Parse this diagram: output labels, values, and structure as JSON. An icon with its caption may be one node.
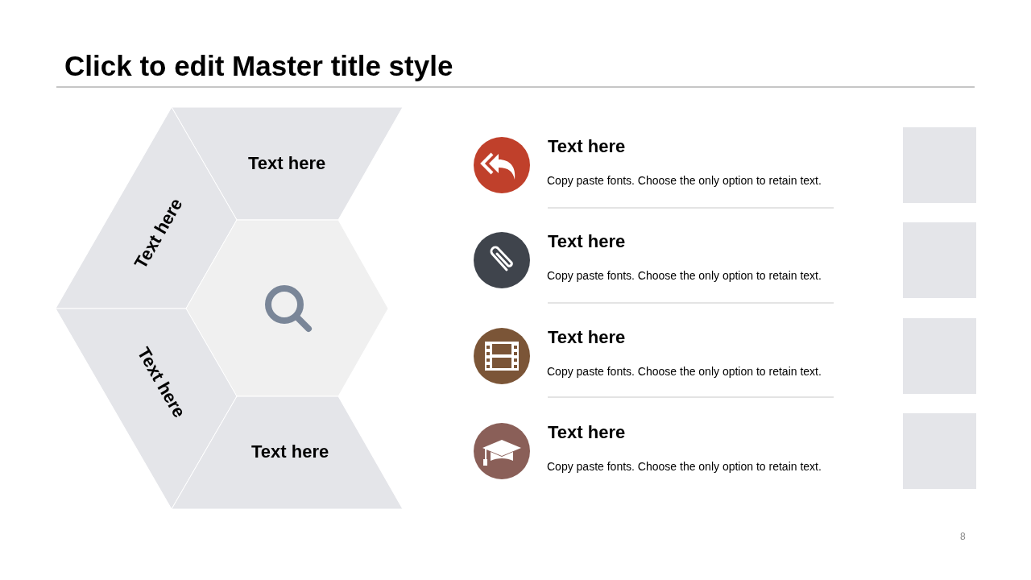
{
  "diagram": {
    "title": "Click to edit Master title style",
    "nodes": [
      {
        "text": [
          "Text here"
        ]
      },
      {
        "text": [
          "Text here"
        ]
      },
      {
        "text": [],
        "shape": "hexagon"
      },
      {
        "text": [
          "Text here"
        ]
      },
      {
        "text": [
          "Text here"
        ]
      }
    ],
    "labels": [
      "Text here",
      "Copy paste fonts. Choose the only option to retain text.",
      "Text here",
      "Copy paste fonts. Choose the only option to retain text.",
      "Text here",
      "Copy paste fonts. Choose the only option to retain text.",
      "Text here",
      "Copy paste fonts. Choose the only option to retain text.",
      "8"
    ]
  }
}
